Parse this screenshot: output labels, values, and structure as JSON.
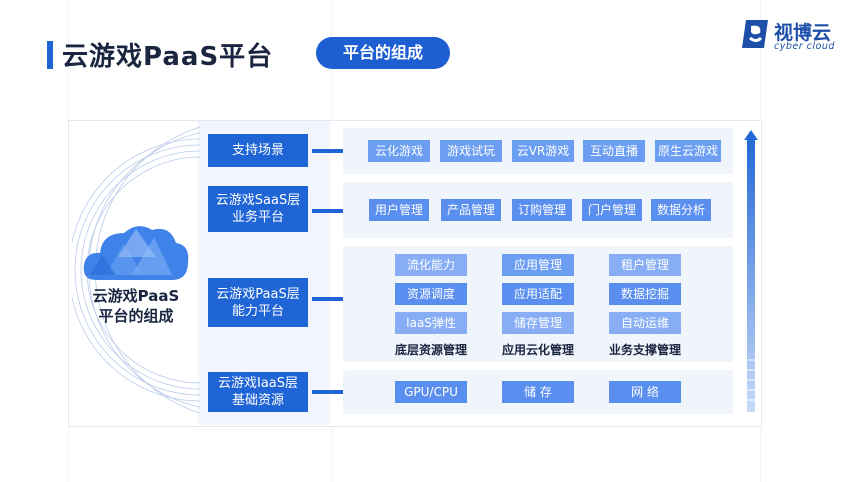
{
  "header": {
    "title": "云游戏PaaS平台",
    "section_pill": "平台的组成"
  },
  "logo": {
    "name": "视博云",
    "tagline": "cyber cloud"
  },
  "center": {
    "label_line1": "云游戏PaaS",
    "label_line2": "平台的组成"
  },
  "layers": [
    {
      "line1": "支持场景",
      "line2": ""
    },
    {
      "line1": "云游戏SaaS层",
      "line2": "业务平台"
    },
    {
      "line1": "云游戏PaaS层",
      "line2": "能力平台"
    },
    {
      "line1": "云游戏IaaS层",
      "line2": "基础资源"
    }
  ],
  "scenarios": [
    "云化游戏",
    "游戏试玩",
    "云VR游戏",
    "互动直播",
    "原生云游戏"
  ],
  "saas": [
    "用户管理",
    "产品管理",
    "订购管理",
    "门户管理",
    "数据分析"
  ],
  "paas": {
    "columns": [
      {
        "items": [
          "流化能力",
          "资源调度",
          "IaaS弹性"
        ],
        "label": "底层资源管理"
      },
      {
        "items": [
          "应用管理",
          "应用适配",
          "储存管理"
        ],
        "label": "应用云化管理"
      },
      {
        "items": [
          "租户管理",
          "数据挖掘",
          "自动运维"
        ],
        "label": "业务支撑管理"
      }
    ]
  },
  "iaas": [
    "GPU/CPU",
    "储 存",
    "网 络"
  ],
  "colors": {
    "primary": "#1f65d6",
    "chip": "#6b9ef2",
    "panel": "#f0f4fb",
    "title": "#1a2540"
  }
}
